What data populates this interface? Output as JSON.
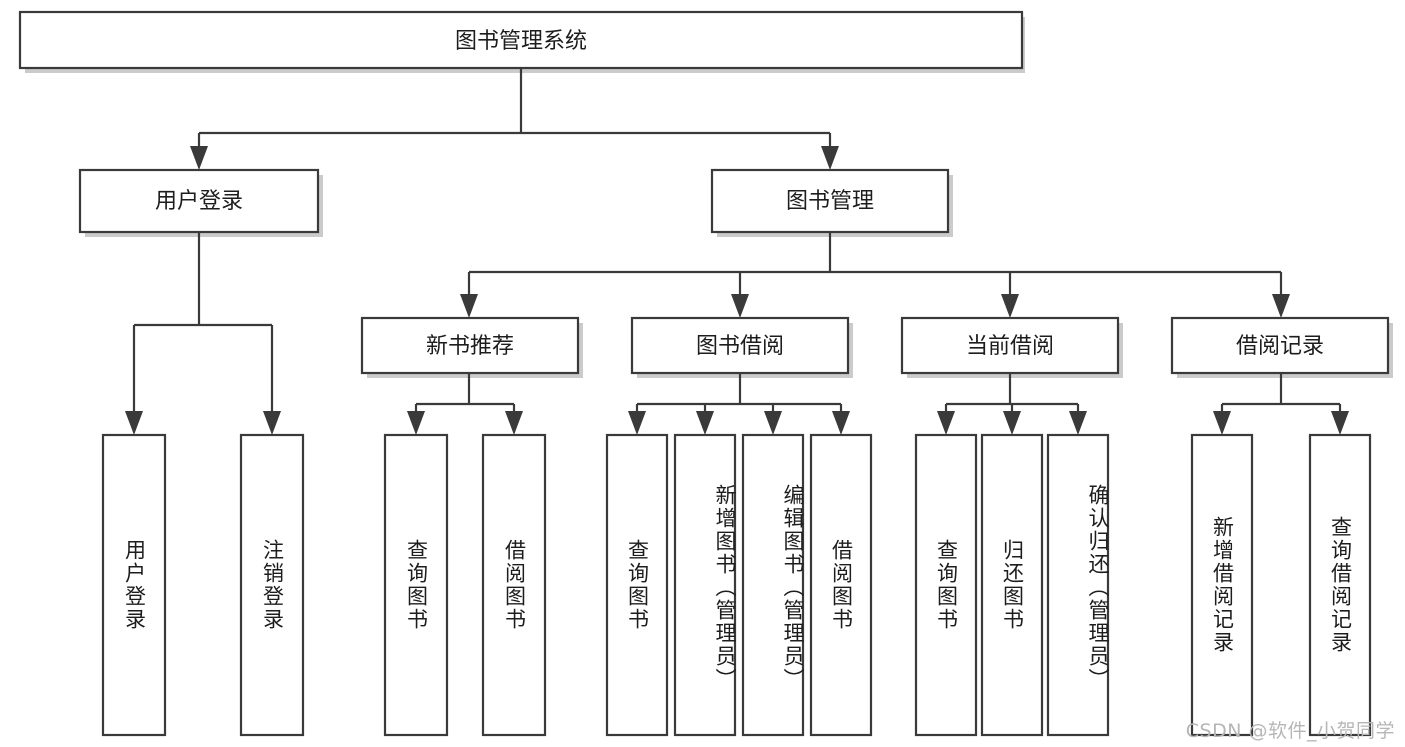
{
  "diagram": {
    "title": "图书管理系统",
    "type": "功能结构图",
    "colors": {
      "stroke": "#3a3a3a",
      "fill": "#ffffff",
      "text": "#1d1d1d",
      "shadow": "#b9b9b9",
      "watermark": "#b6b6b6"
    },
    "root": {
      "label": "图书管理系统"
    },
    "level2": [
      {
        "label": "用户登录"
      },
      {
        "label": "图书管理"
      }
    ],
    "level3": [
      {
        "label": "新书推荐"
      },
      {
        "label": "图书借阅"
      },
      {
        "label": "当前借阅"
      },
      {
        "label": "借阅记录"
      }
    ],
    "leaves_user_login": [
      {
        "label": "用户登录"
      },
      {
        "label": "注销登录"
      }
    ],
    "leaves_new_books": [
      {
        "label": "查询图书"
      },
      {
        "label": "借阅图书"
      }
    ],
    "leaves_book_borrow": [
      {
        "label": "查询图书"
      },
      {
        "label": "新增图书（管理员）"
      },
      {
        "label": "编辑图书（管理员）"
      },
      {
        "label": "借阅图书"
      }
    ],
    "leaves_current_borrow": [
      {
        "label": "查询图书"
      },
      {
        "label": "归还图书"
      },
      {
        "label": "确认归还（管理员）"
      }
    ],
    "leaves_borrow_record": [
      {
        "label": "新增借阅记录"
      },
      {
        "label": "查询借阅记录"
      }
    ],
    "watermark": "CSDN @软件_小贺同学"
  }
}
